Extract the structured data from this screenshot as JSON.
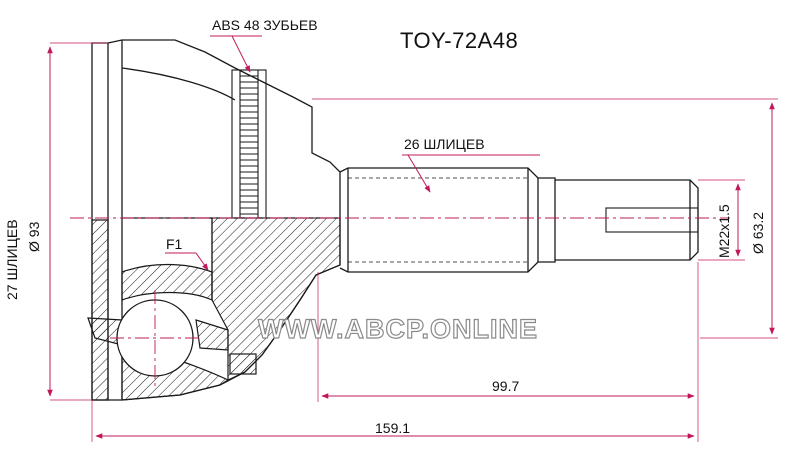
{
  "part_code": "TOY-72A48",
  "labels": {
    "abs": "ABS 48 ЗУБЬЕВ",
    "outer_splines": "26 ШЛИЦЕВ",
    "inner_splines": "27 ШЛИЦЕВ",
    "inner_diameter": "Ø 93",
    "thread": "M22x1.5",
    "outer_diameter": "Ø 63.2",
    "f1": "F1",
    "length_shaft": "99.7",
    "length_total": "159.1"
  },
  "watermark": "WWW.ABCP.ONLINE",
  "colors": {
    "line": "#1a1a1a",
    "dimension": "#c2185b",
    "watermark_outline": "#8a8a8a"
  }
}
